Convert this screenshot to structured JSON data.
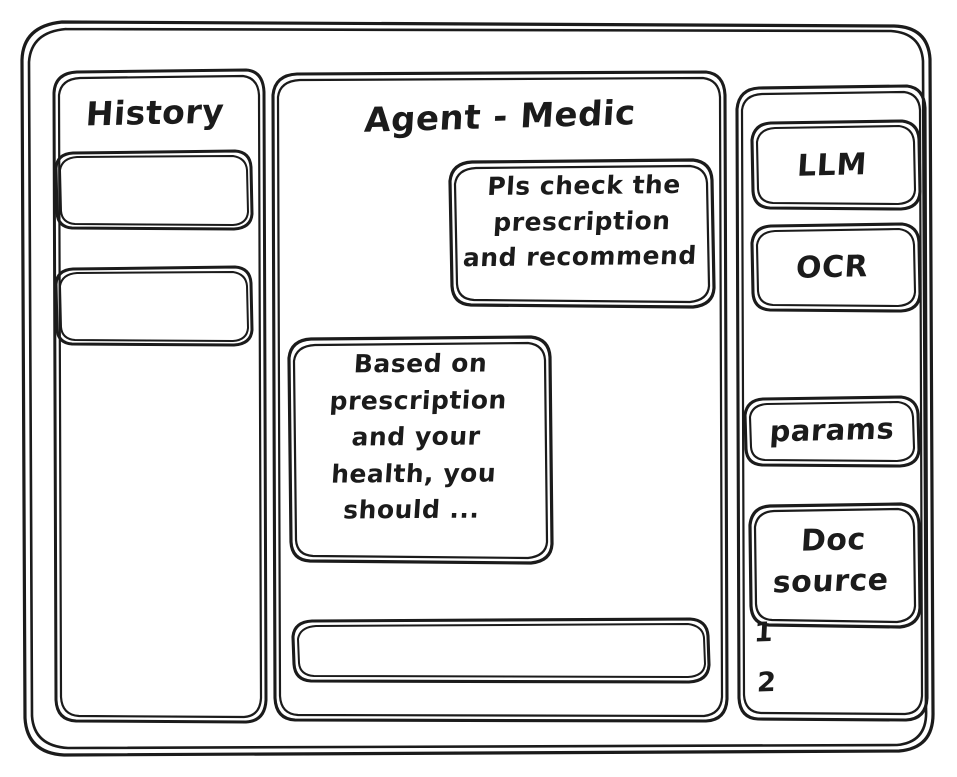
{
  "window": {
    "name": "agent-chat-wireframe",
    "background": "#ffffff",
    "ink": "#1b1b1b"
  },
  "sidebar_left": {
    "title": "History",
    "items": [
      {
        "label": "",
        "name": "history-item-1"
      },
      {
        "label": "",
        "name": "history-item-2"
      }
    ]
  },
  "main": {
    "title": "Agent - Medic",
    "messages": [
      {
        "role": "user",
        "text": "Pls check the\nprescription\nand recommend"
      },
      {
        "role": "assistant",
        "text": "Based on\nprescription\nand your\nhealth, you\nshould ..."
      }
    ],
    "composer": {
      "value": "",
      "placeholder": ""
    }
  },
  "sidebar_right": {
    "tools": [
      {
        "label": "LLM",
        "name": "tool-llm"
      },
      {
        "label": "OCR",
        "name": "tool-ocr"
      },
      {
        "label": "params",
        "name": "tool-params"
      }
    ],
    "doc_source": {
      "label": "Doc\nsource",
      "entries": [
        {
          "label": "1"
        },
        {
          "label": "2"
        }
      ]
    }
  }
}
